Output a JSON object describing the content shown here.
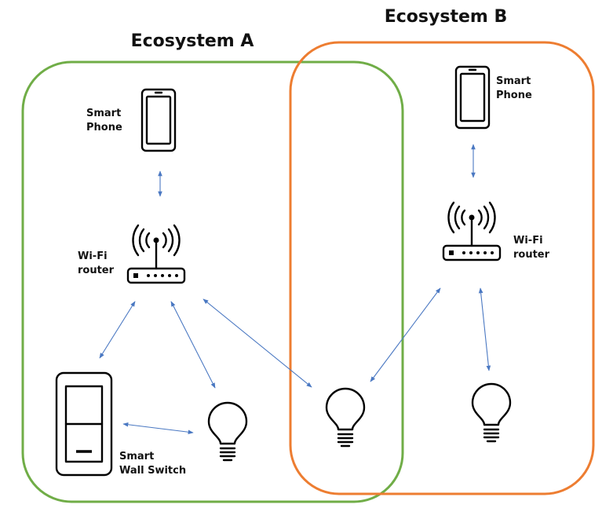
{
  "ecosystems": {
    "a": {
      "title": "Ecosystem A",
      "color": "#70ad47"
    },
    "b": {
      "title": "Ecosystem B",
      "color": "#ed7d31"
    }
  },
  "labels": {
    "phone_a": [
      "Smart",
      "Phone"
    ],
    "router_a": [
      "Wi-Fi",
      "router"
    ],
    "switch_a": [
      "Smart",
      "Wall Switch"
    ],
    "phone_b": [
      "Smart",
      "Phone"
    ],
    "router_b": [
      "Wi-Fi",
      "router"
    ]
  },
  "connector_color": "#4a78c2",
  "icons": [
    "smartphone-icon",
    "wifi-router-icon",
    "wall-switch-icon",
    "light-bulb-icon"
  ]
}
